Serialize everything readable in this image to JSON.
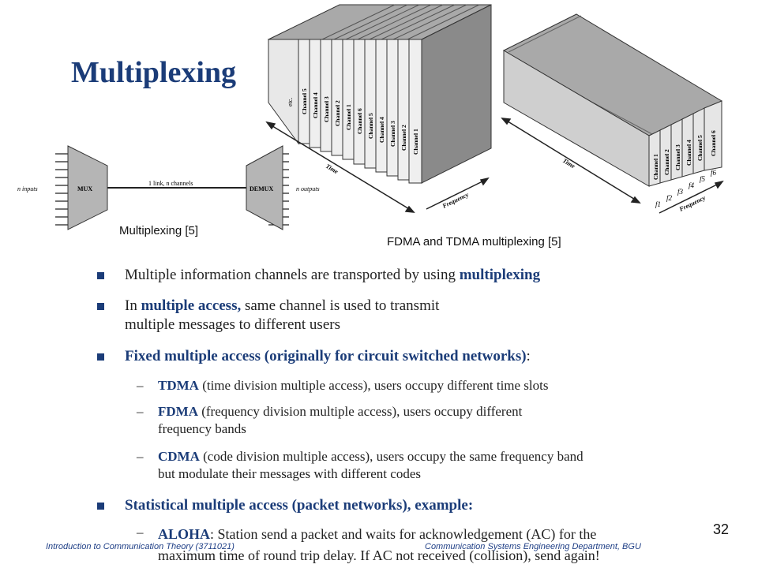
{
  "slide": {
    "title": "Multiplexing",
    "page_number": "32"
  },
  "figures": {
    "mux_caption": "Multiplexing [5]",
    "fdma_caption": "FDMA and TDMA multiplexing [5]",
    "mux_diagram": {
      "n_inputs": "n inputs",
      "mux": "MUX",
      "link": "1 link, n channels",
      "demux": "DEMUX",
      "n_outputs": "n outputs"
    },
    "tdma_diagram": {
      "etc": "etc.",
      "back_labels": [
        "Channel 5",
        "Channel 4",
        "Channel 3",
        "Channel 2",
        "Channel 1"
      ],
      "front_labels": [
        "Channel 6",
        "Channel 5",
        "Channel 4",
        "Channel 3",
        "Channel 2",
        "Channel 1"
      ],
      "time": "Time",
      "frequency": "Frequency"
    },
    "fdma_diagram": {
      "channels": [
        "Channel 1",
        "Channel 2",
        "Channel 3",
        "Channel 4",
        "Channel 5",
        "Channel 6"
      ],
      "freqs": [
        "f1",
        "f2",
        "f3",
        "f4",
        "f5",
        "f6"
      ],
      "time": "Time",
      "frequency": "Frequency"
    }
  },
  "bullets": {
    "b1": {
      "text": "Multiple information channels are transported by using ",
      "kw": "multiplexing"
    },
    "b2": {
      "pre": "In ",
      "kw": "multiple access,",
      "line1": " same channel is used to transmit",
      "line2": "multiple messages to different users"
    },
    "b3": {
      "kw": "Fixed multiple access (originally for circuit switched networks)",
      "post": ":"
    },
    "s1": {
      "dash": "–",
      "kw": "TDMA",
      "text": " (time division multiple access), users occupy different time slots"
    },
    "s2": {
      "dash": "–",
      "kw": "FDMA",
      "line1": " (frequency division multiple access), users occupy different",
      "line2": "frequency bands"
    },
    "s3": {
      "dash": "–",
      "kw": "CDMA",
      "line1": " (code division multiple access), users occupy the same frequency band",
      "line2": "but modulate their messages with different codes"
    },
    "b4": {
      "kw": "Statistical multiple access (packet networks), example:"
    },
    "s4": {
      "dash": "–",
      "kw": "ALOHA",
      "line1": ": Station send a packet and waits for acknowledgement (AC) for the",
      "line2": "maximum time of round trip delay. If AC not received (collision), send again!"
    }
  },
  "footer": {
    "left": "Introduction to Communication Theory (3711021)",
    "right": "Communication Systems Engineering Department, BGU"
  },
  "colors": {
    "accent": "#1b3c78",
    "footer": "#1f3f86"
  }
}
